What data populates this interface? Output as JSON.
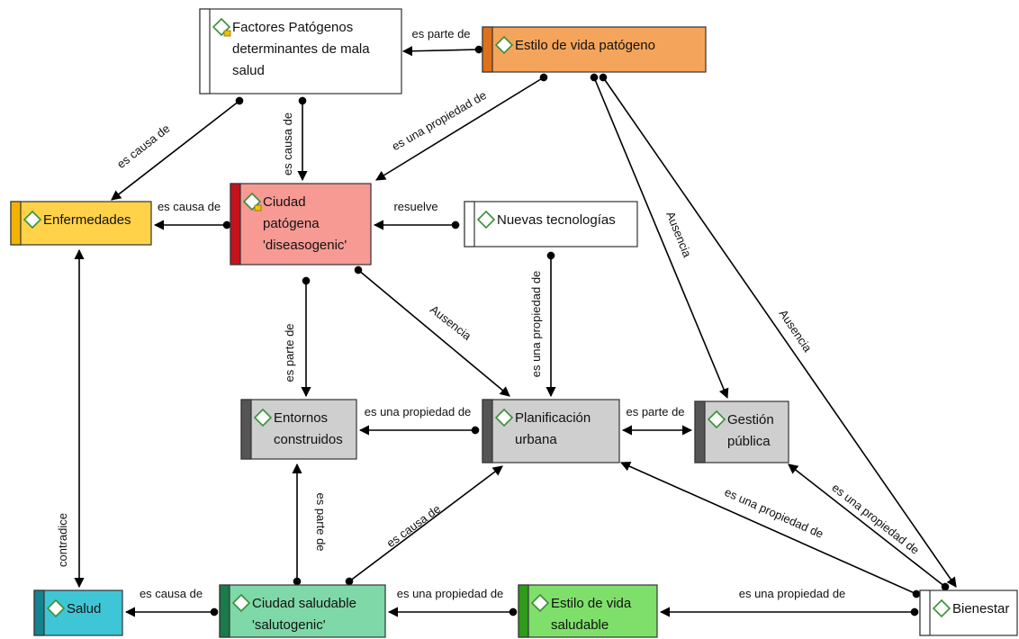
{
  "colors": {
    "white": "#ffffff",
    "orange": "#f5a55b",
    "orange_bar": "#e0711c",
    "yellow": "#ffd24a",
    "yellow_bar": "#f2b400",
    "red": "#f79a94",
    "red_bar": "#c4131c",
    "gray": "#cfcfcf",
    "gray_bar": "#555555",
    "teal": "#3fc6d6",
    "teal_bar": "#15838e",
    "mint": "#7fd8a8",
    "mint_bar": "#1a7a4a",
    "green": "#7ee06a",
    "green_bar": "#2f9a1c"
  },
  "nodes": [
    {
      "id": "factores",
      "lines": [
        "Factores Patógenos",
        "determinantes de mala",
        "salud"
      ],
      "fill": "white",
      "bar": "white",
      "icon": "diamond-icon",
      "note": true
    },
    {
      "id": "estilo_patogeno",
      "lines": [
        "Estilo de vida patógeno"
      ],
      "fill": "orange",
      "bar": "orange_bar",
      "icon": "diamond-icon",
      "note": false
    },
    {
      "id": "enfermedades",
      "lines": [
        "Enfermedades"
      ],
      "fill": "yellow",
      "bar": "yellow_bar",
      "icon": "diamond-icon",
      "note": false
    },
    {
      "id": "ciudad_patogena",
      "lines": [
        "Ciudad",
        "patógena",
        "'diseasogenic'"
      ],
      "fill": "red",
      "bar": "red_bar",
      "icon": "diamond-icon",
      "note": true
    },
    {
      "id": "nuevas_tec",
      "lines": [
        "Nuevas tecnologías"
      ],
      "fill": "white",
      "bar": "white",
      "icon": "diamond-icon",
      "note": false
    },
    {
      "id": "entornos",
      "lines": [
        "Entornos",
        "construidos"
      ],
      "fill": "gray",
      "bar": "gray_bar",
      "icon": "diamond-icon",
      "note": false
    },
    {
      "id": "planificacion",
      "lines": [
        "Planificación",
        "urbana"
      ],
      "fill": "gray",
      "bar": "gray_bar",
      "icon": "diamond-icon",
      "note": false
    },
    {
      "id": "gestion",
      "lines": [
        "Gestión",
        "pública"
      ],
      "fill": "gray",
      "bar": "gray_bar",
      "icon": "diamond-icon",
      "note": false
    },
    {
      "id": "salud",
      "lines": [
        "Salud"
      ],
      "fill": "teal",
      "bar": "teal_bar",
      "icon": "diamond-icon",
      "note": false
    },
    {
      "id": "ciudad_saludable",
      "lines": [
        "Ciudad saludable",
        "'salutogenic'"
      ],
      "fill": "mint",
      "bar": "mint_bar",
      "icon": "diamond-icon",
      "note": false
    },
    {
      "id": "estilo_saludable",
      "lines": [
        "Estilo de vida",
        "saludable"
      ],
      "fill": "green",
      "bar": "green_bar",
      "icon": "diamond-icon",
      "note": false
    },
    {
      "id": "bienestar",
      "lines": [
        "Bienestar"
      ],
      "fill": "white",
      "bar": "white",
      "icon": "diamond-icon",
      "note": false
    }
  ],
  "edges": [
    {
      "id": "e1",
      "from": "estilo_patogeno",
      "to": "factores",
      "label": "es parte de"
    },
    {
      "id": "e2",
      "from": "factores",
      "to": "enfermedades",
      "label": "es causa de"
    },
    {
      "id": "e3",
      "from": "factores",
      "to": "ciudad_patogena",
      "label": "es causa de"
    },
    {
      "id": "e4",
      "from": "estilo_patogeno",
      "to": "ciudad_patogena",
      "label": "es una propiedad de"
    },
    {
      "id": "e5",
      "from": "ciudad_patogena",
      "to": "enfermedades",
      "label": "es causa de"
    },
    {
      "id": "e6",
      "from": "nuevas_tec",
      "to": "ciudad_patogena",
      "label": "resuelve"
    },
    {
      "id": "e7",
      "from": "nuevas_tec",
      "to": "planificacion",
      "label": "es una propiedad de"
    },
    {
      "id": "e8",
      "from": "ciudad_patogena",
      "to": "entornos",
      "label": "es parte de"
    },
    {
      "id": "e9",
      "from": "ciudad_patogena",
      "to": "planificacion",
      "label": "Ausencia"
    },
    {
      "id": "e10",
      "from": "estilo_patogeno",
      "to": "gestion",
      "label": "Ausencia"
    },
    {
      "id": "e11",
      "from": "estilo_patogeno",
      "to": "bienestar",
      "label": "Ausencia"
    },
    {
      "id": "e12",
      "from": "planificacion",
      "to": "entornos",
      "label": "es una propiedad de"
    },
    {
      "id": "e13",
      "from": "planificacion",
      "to": "gestion",
      "label": "es parte de"
    },
    {
      "id": "e14",
      "from": "ciudad_saludable",
      "to": "planificacion",
      "label": "es causa de"
    },
    {
      "id": "e15",
      "from": "ciudad_saludable",
      "to": "entornos",
      "label": "es parte de"
    },
    {
      "id": "e16",
      "from": "ciudad_saludable",
      "to": "salud",
      "label": "es causa de"
    },
    {
      "id": "e17",
      "from": "salud",
      "to": "enfermedades",
      "label": "contradice"
    },
    {
      "id": "e18",
      "from": "estilo_saludable",
      "to": "ciudad_saludable",
      "label": "es una propiedad de"
    },
    {
      "id": "e19",
      "from": "bienestar",
      "to": "estilo_saludable",
      "label": "es una propiedad de"
    },
    {
      "id": "e20",
      "from": "bienestar",
      "to": "planificacion",
      "label": "es una propiedad de"
    },
    {
      "id": "e21",
      "from": "bienestar",
      "to": "gestion",
      "label": "es una propiedad de"
    }
  ]
}
